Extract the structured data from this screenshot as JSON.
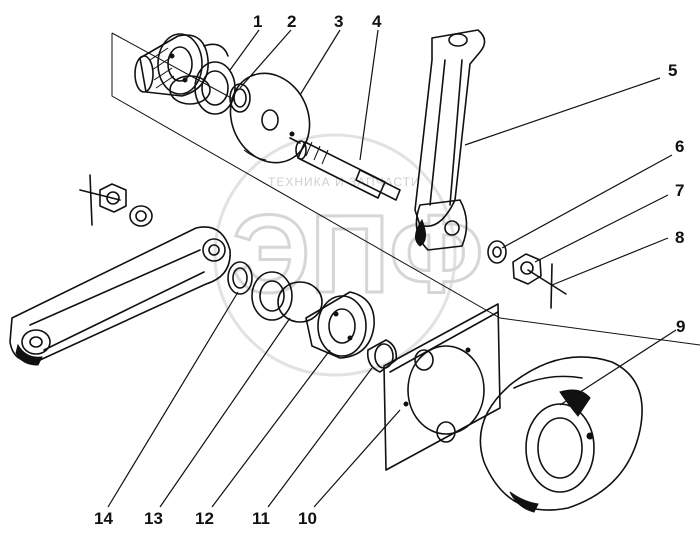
{
  "watermark": {
    "logo_letters": "ЭПФ",
    "arc_text": "ТЕХНИКА И ЗАПЧАСТИ"
  },
  "part_labels": [
    {
      "number": "1"
    },
    {
      "number": "2"
    },
    {
      "number": "3"
    },
    {
      "number": "4"
    },
    {
      "number": "5"
    },
    {
      "number": "6"
    },
    {
      "number": "7"
    },
    {
      "number": "8"
    },
    {
      "number": "9"
    },
    {
      "number": "10"
    },
    {
      "number": "11"
    },
    {
      "number": "12"
    },
    {
      "number": "13"
    },
    {
      "number": "14"
    }
  ]
}
